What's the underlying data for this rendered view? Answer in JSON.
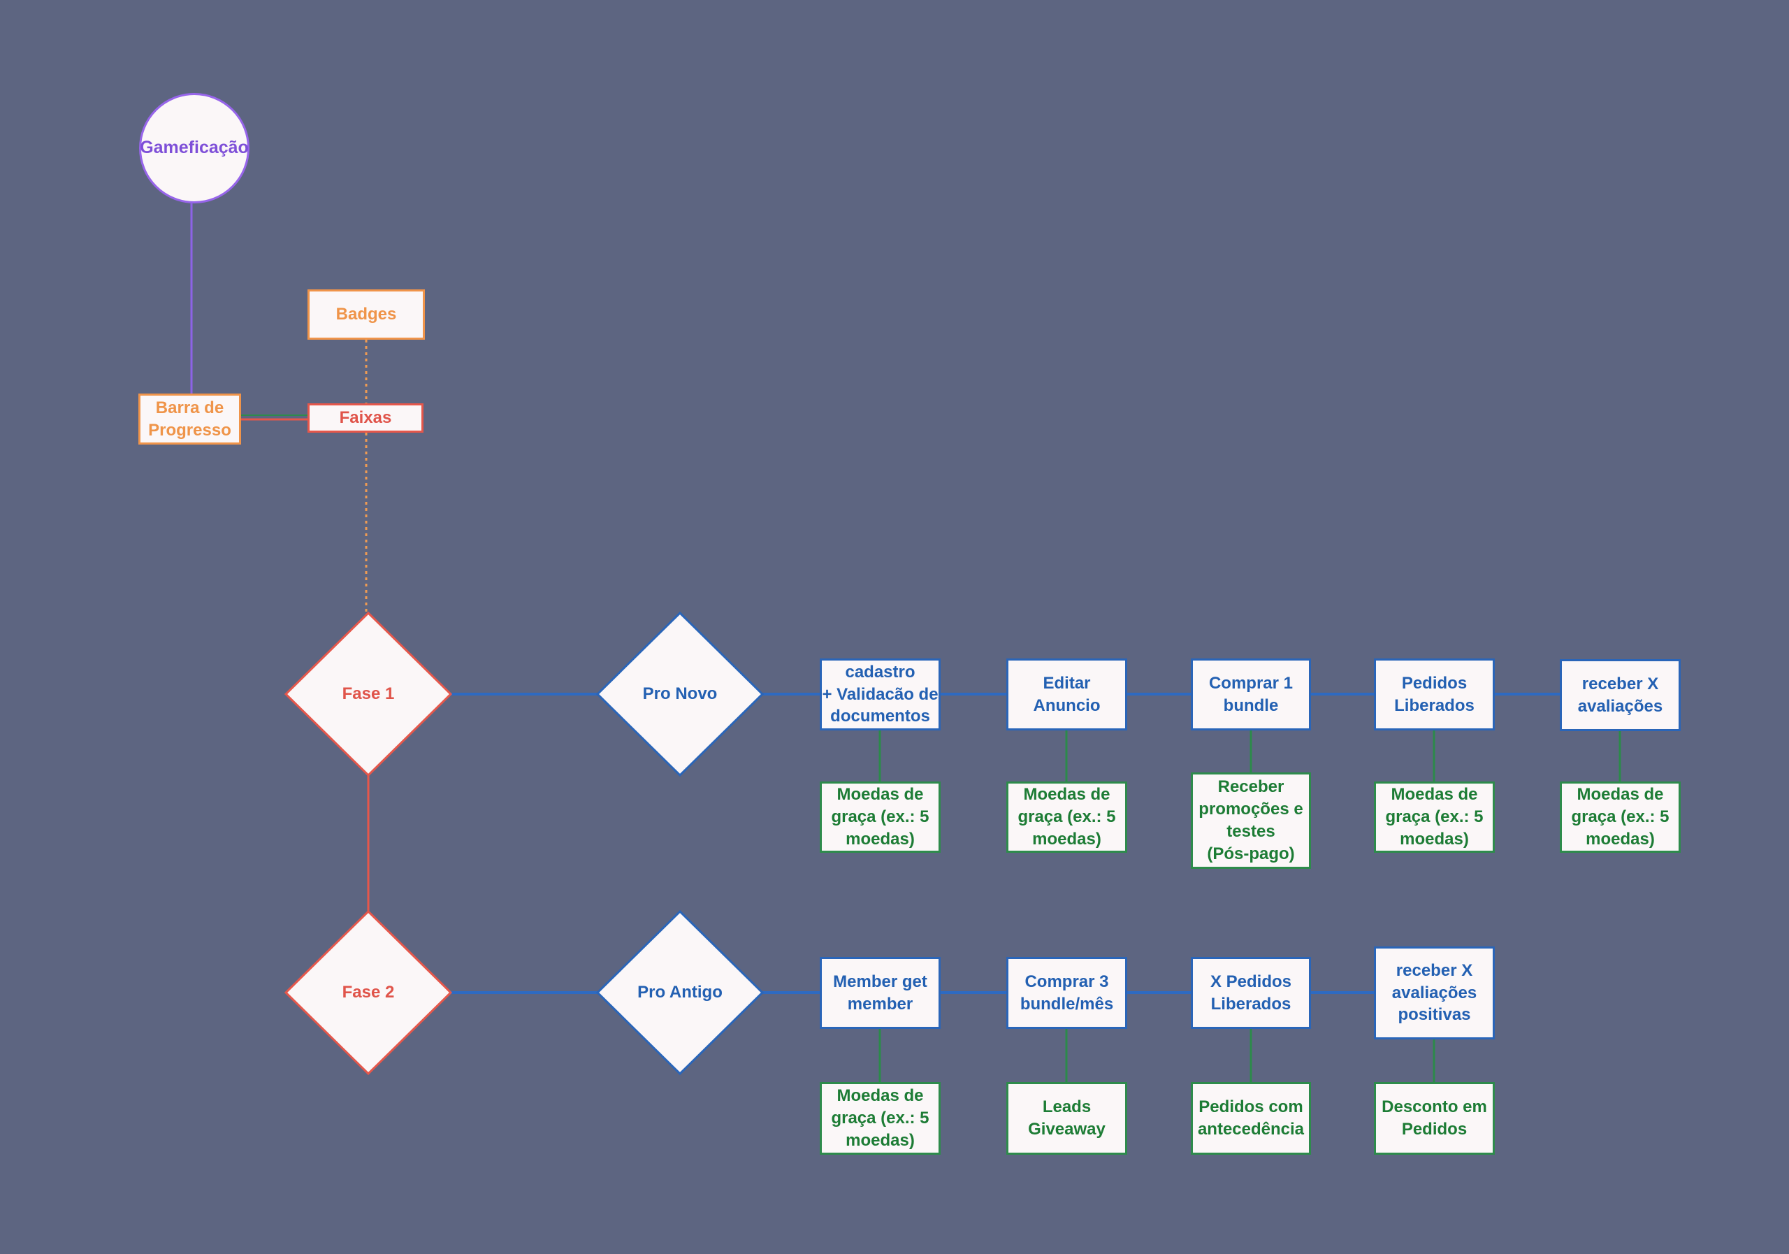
{
  "colors": {
    "background": "#5d6581",
    "node_fill": "#fbf7f8",
    "purple": "#8d63e6",
    "orange": "#f0944a",
    "coral": "#e5574b",
    "blue": "#2a65b8",
    "green": "#2e8b4c"
  },
  "nodes": {
    "gamification": "Gameficação",
    "badges": "Badges",
    "progress_bar": "Barra de\nProgresso",
    "tiers": "Faixas",
    "phase1": "Fase 1",
    "phase2": "Fase 2",
    "pro_new": "Pro Novo",
    "pro_old": "Pro Antigo"
  },
  "row1_steps": [
    "cadastro\n+ Validacão de\ndocumentos",
    "Editar\nAnuncio",
    "Comprar 1\nbundle",
    "Pedidos\nLiberados",
    "receber X\navaliações"
  ],
  "row1_rewards": [
    "Moedas de\ngraça (ex.: 5\nmoedas)",
    "Moedas de\ngraça (ex.: 5\nmoedas)",
    "Receber\npromoções e\ntestes\n(Pós-pago)",
    "Moedas de\ngraça (ex.: 5\nmoedas)",
    "Moedas de\ngraça (ex.: 5\nmoedas)"
  ],
  "row2_steps": [
    "Member get\nmember",
    "Comprar 3\nbundle/mês",
    "X Pedidos\nLiberados",
    "receber X\navaliações\npositivas"
  ],
  "row2_rewards": [
    "Moedas de\ngraça (ex.: 5\nmoedas)",
    "Leads\nGiveaway",
    "Pedidos com\nantecedência",
    "Desconto em\nPedidos"
  ]
}
